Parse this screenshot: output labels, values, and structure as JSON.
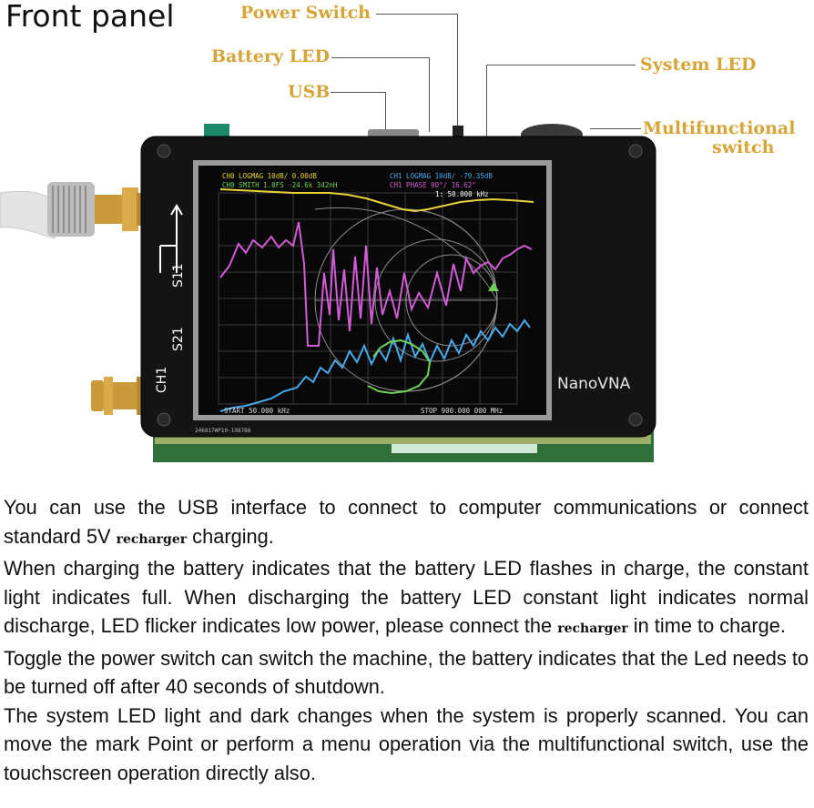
{
  "header": {
    "title": "Front panel"
  },
  "callouts": {
    "power_switch": "Power Switch",
    "battery_led": "Battery LED",
    "usb": "USB",
    "system_led": "System LED",
    "multifunctional_line1": "Multifunctional",
    "multifunctional_line2": "switch"
  },
  "device": {
    "label_s11": "S11",
    "label_s21": "S21",
    "label_ch1": "CH1",
    "brand": "NanoVNA",
    "serial": "246817WP10-198788",
    "screen": {
      "header_left_1": "CH0 LOGMAG 10dB/ 0.00dB",
      "header_left_2": "CH0 SMITH 1.0FS -24.6k 342nH",
      "header_right_1": "CH1 LOGMAG 10dB/ -79.35dB",
      "header_right_2": "CH1 PHASE 90°/ 16.62°",
      "marker": "1: 50.000 kHz",
      "start": "START 50.000 kHz",
      "stop": "STOP 900.000 000 MHz"
    }
  },
  "colors": {
    "callout": "#d6a437",
    "trace_yellow": "#e8d23a",
    "trace_magenta": "#d35bd6",
    "trace_cyan": "#49a8e8",
    "trace_green": "#6fd15a"
  },
  "body": {
    "p1a": "You can use the USB interface to connect to computer communications or connect standard 5V ",
    "p1_word": "recharger",
    "p1b": " charging.",
    "p2a": "When charging the battery indicates that the battery LED flashes in charge, the constant light indicates full. When discharging the battery LED constant light indicates normal discharge, LED flicker indicates low power, please connect the ",
    "p2_word": "recharger",
    "p2b": " in time to charge.",
    "p3": "Toggle the power switch can switch the machine, the battery indicates that the Led needs to be turned off after 40 seconds of shutdown.",
    "p4": "The system LED light and dark changes when the system is properly scanned. You can move the mark Point or perform a menu operation via the multifunctional switch, use the touchscreen operation directly also."
  }
}
